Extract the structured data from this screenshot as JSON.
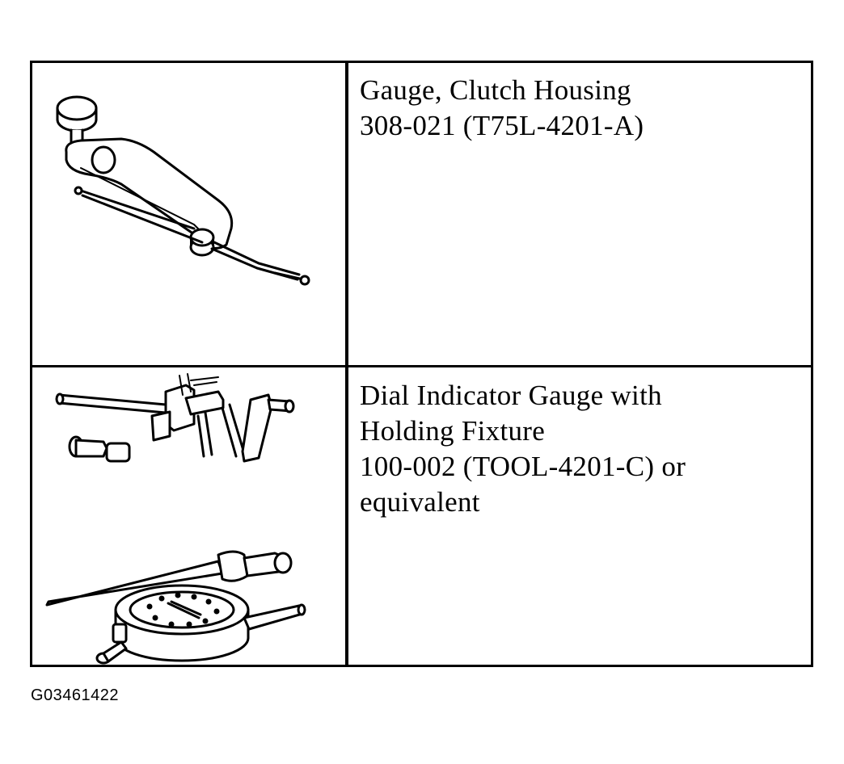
{
  "tools": [
    {
      "description_lines": [
        "Gauge, Clutch Housing",
        "308-021 (T75L-4201-A)"
      ],
      "illustration": "clutch-housing-gauge-illustration"
    },
    {
      "description_lines": [
        "Dial Indicator Gauge with",
        "Holding Fixture",
        "100-002 (TOOL-4201-C) or",
        "equivalent"
      ],
      "illustration": "dial-indicator-gauge-illustration"
    }
  ],
  "figure_id": "G03461422"
}
